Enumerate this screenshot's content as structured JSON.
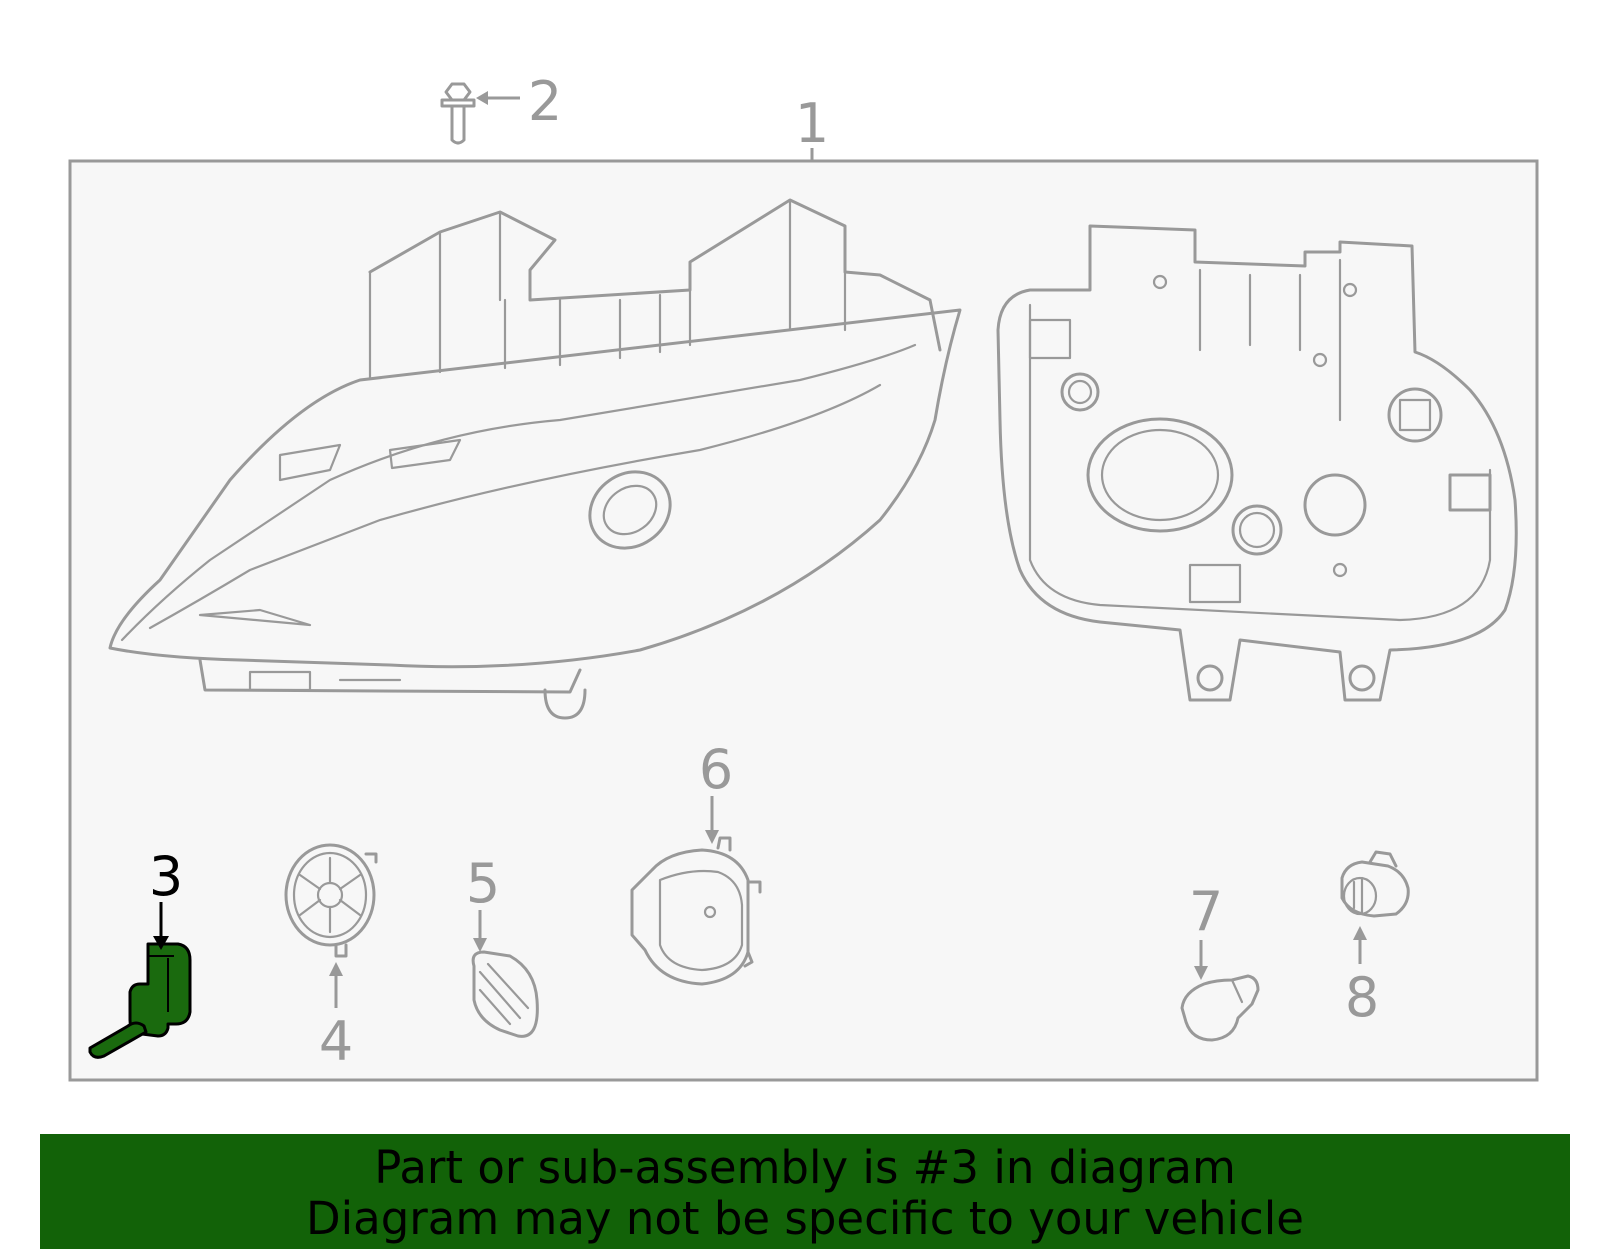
{
  "callouts": {
    "c1": "1",
    "c2": "2",
    "c3": "3",
    "c4": "4",
    "c5": "5",
    "c6": "6",
    "c7": "7",
    "c8": "8"
  },
  "highlighted_part": "3",
  "colors": {
    "line_gray": "#999999",
    "panel_fill": "#f7f7f7",
    "highlight_green": "#1a6a0e",
    "banner_green": "#126208",
    "highlight_text": "#000000"
  },
  "banner": {
    "line1": "Part or sub-assembly is #3 in diagram",
    "line2": "Diagram may not be specific to your vehicle"
  }
}
